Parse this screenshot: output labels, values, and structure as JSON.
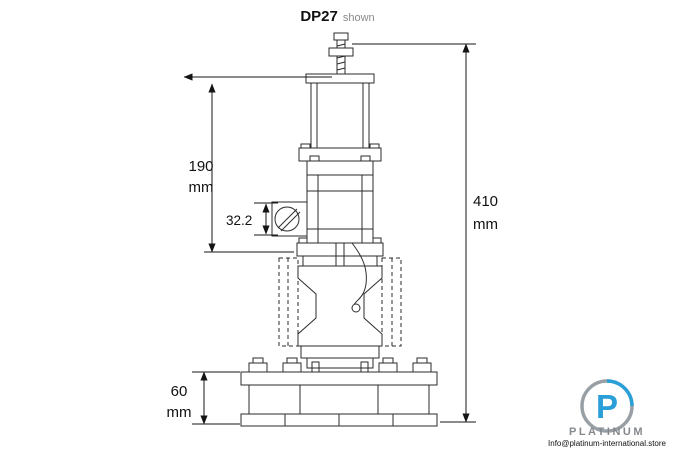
{
  "title": {
    "model": "DP27",
    "suffix": "shown"
  },
  "dimensions": {
    "upper_height": {
      "value": "190",
      "unit": "mm"
    },
    "pilot_offset": {
      "value": "32.2",
      "unit": ""
    },
    "overall_height": {
      "value": "410",
      "unit": "mm"
    },
    "base_height": {
      "value": "60",
      "unit": "mm"
    }
  },
  "branding": {
    "logo_letter": "P",
    "wordmark": "PLATINUM",
    "email": "Info@platinum-international.store",
    "accent_color": "#2b9fd8",
    "ring_color": "#99a0a5"
  }
}
